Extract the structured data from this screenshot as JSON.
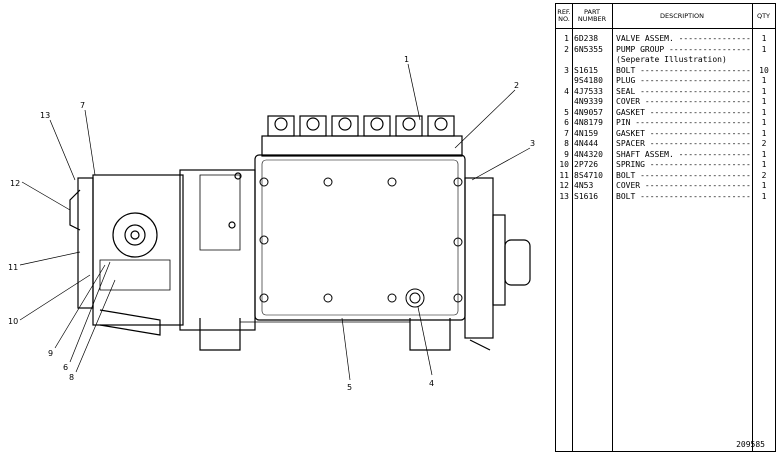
{
  "drawing": {
    "callouts": [
      "1",
      "2",
      "3",
      "4",
      "5",
      "6",
      "7",
      "8",
      "9",
      "10",
      "11",
      "12",
      "13"
    ]
  },
  "table": {
    "headers": {
      "ref": "REF.\nNO.",
      "part": "PART\nNUMBER",
      "desc": "DESCRIPTION",
      "qty": "QTY"
    },
    "rows": [
      {
        "ref": "1",
        "part": "6D238",
        "desc": "VALVE ASSEM.",
        "qty": "1"
      },
      {
        "ref": "2",
        "part": "6N5355",
        "desc": "PUMP GROUP",
        "qty": "1"
      },
      {
        "ref": "",
        "part": "",
        "desc": "(Seperate Illustration)",
        "qty": ""
      },
      {
        "ref": "3",
        "part": "S1615",
        "desc": "BOLT",
        "qty": "10"
      },
      {
        "ref": "",
        "part": "9S4180",
        "desc": "PLUG",
        "qty": "1"
      },
      {
        "ref": "4",
        "part": "4J7533",
        "desc": "SEAL",
        "qty": "1"
      },
      {
        "ref": "",
        "part": "4N9339",
        "desc": "COVER",
        "qty": "1"
      },
      {
        "ref": "5",
        "part": "4N9057",
        "desc": "GASKET",
        "qty": "1"
      },
      {
        "ref": "6",
        "part": "4N8179",
        "desc": "PIN",
        "qty": "1"
      },
      {
        "ref": "7",
        "part": "4N159",
        "desc": "GASKET",
        "qty": "1"
      },
      {
        "ref": "8",
        "part": "4N444",
        "desc": "SPACER",
        "qty": "2"
      },
      {
        "ref": "9",
        "part": "4N4320",
        "desc": "SHAFT ASSEM.",
        "qty": "1"
      },
      {
        "ref": "10",
        "part": "2P726",
        "desc": "SPRING",
        "qty": "1"
      },
      {
        "ref": "11",
        "part": "8S4710",
        "desc": "BOLT",
        "qty": "2"
      },
      {
        "ref": "12",
        "part": "4N53",
        "desc": "COVER",
        "qty": "1"
      },
      {
        "ref": "13",
        "part": "S1616",
        "desc": "BOLT",
        "qty": "1"
      }
    ]
  },
  "illustration_number": "209585"
}
